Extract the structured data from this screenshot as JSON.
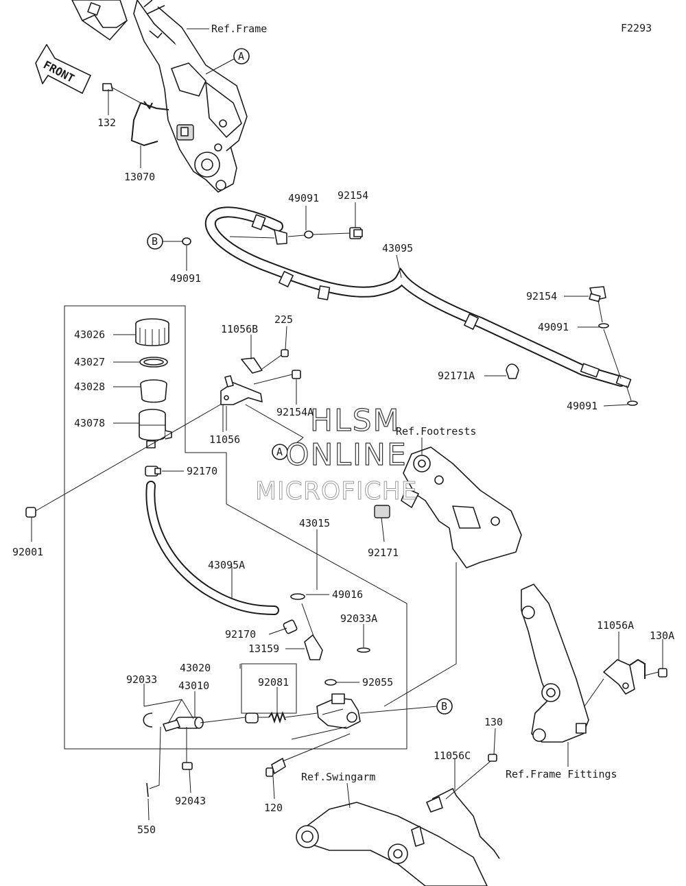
{
  "diagram_id": "F2293",
  "direction": "FRONT",
  "refs": {
    "frame": "Ref.Frame",
    "footrests": "Ref.Footrests",
    "frame_fittings": "Ref.Frame Fittings",
    "swingarm": "Ref.Swingarm"
  },
  "callouts": {
    "a": "A",
    "b": "B"
  },
  "parts": {
    "p132": "132",
    "p13070": "13070",
    "p49091_a": "49091",
    "p92154_a": "92154",
    "p49091_b": "49091",
    "p43095": "43095",
    "p92154_b": "92154",
    "p49091_c": "49091",
    "p92171A": "92171A",
    "p49091_d": "49091",
    "p43026": "43026",
    "p43027": "43027",
    "p43028": "43028",
    "p43078": "43078",
    "p11056B": "11056B",
    "p225": "225",
    "p92154A": "92154A",
    "p11056": "11056",
    "p92170_a": "92170",
    "p92001": "92001",
    "p43015": "43015",
    "p92171": "92171",
    "p43095A": "43095A",
    "p49016": "49016",
    "p92170_b": "92170",
    "p92033A": "92033A",
    "p13159": "13159",
    "p43020": "43020",
    "p92033": "92033",
    "p43010": "43010",
    "p92081": "92081",
    "p92055": "92055",
    "p11056A": "11056A",
    "p130A": "130A",
    "p130": "130",
    "p11056C": "11056C",
    "p120": "120",
    "p92043": "92043",
    "p550": "550"
  },
  "watermark": {
    "line1": "HLSM",
    "line2": "ONLINE",
    "line3": "MICROFICHE"
  }
}
